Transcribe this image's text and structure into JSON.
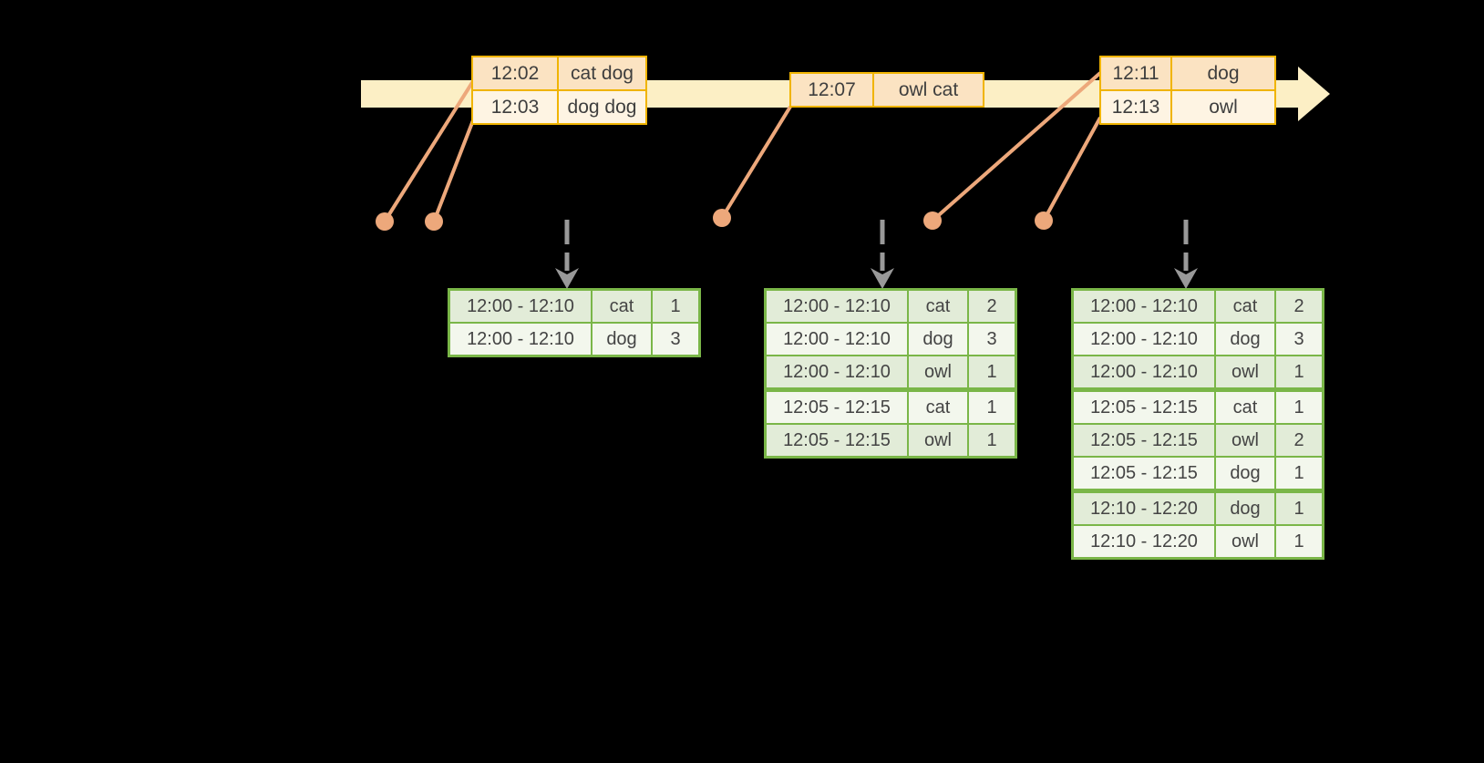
{
  "diagram": {
    "title": "windowed-grouped-stream-aggregation",
    "event_tables": [
      {
        "rows": [
          {
            "time": "12:02",
            "words": "cat dog"
          },
          {
            "time": "12:03",
            "words": "dog dog"
          }
        ]
      },
      {
        "rows": [
          {
            "time": "12:07",
            "words": "owl cat"
          }
        ]
      },
      {
        "rows": [
          {
            "time": "12:11",
            "words": "dog"
          },
          {
            "time": "12:13",
            "words": "owl"
          }
        ]
      }
    ],
    "result_tables": [
      {
        "rows": [
          {
            "window": "12:00 - 12:10",
            "word": "cat",
            "count": "1"
          },
          {
            "window": "12:00 - 12:10",
            "word": "dog",
            "count": "3"
          }
        ]
      },
      {
        "rows": [
          {
            "window": "12:00 - 12:10",
            "word": "cat",
            "count": "2"
          },
          {
            "window": "12:00 - 12:10",
            "word": "dog",
            "count": "3"
          },
          {
            "window": "12:00 - 12:10",
            "word": "owl",
            "count": "1"
          },
          {
            "window": "12:05 - 12:15",
            "word": "cat",
            "count": "1"
          },
          {
            "window": "12:05 - 12:15",
            "word": "owl",
            "count": "1"
          }
        ]
      },
      {
        "rows": [
          {
            "window": "12:00 - 12:10",
            "word": "cat",
            "count": "2"
          },
          {
            "window": "12:00 - 12:10",
            "word": "dog",
            "count": "3"
          },
          {
            "window": "12:00 - 12:10",
            "word": "owl",
            "count": "1"
          },
          {
            "window": "12:05 - 12:15",
            "word": "cat",
            "count": "1"
          },
          {
            "window": "12:05 - 12:15",
            "word": "owl",
            "count": "2"
          },
          {
            "window": "12:05 - 12:15",
            "word": "dog",
            "count": "1"
          },
          {
            "window": "12:10 - 12:20",
            "word": "dog",
            "count": "1"
          },
          {
            "window": "12:10 - 12:20",
            "word": "owl",
            "count": "1"
          }
        ]
      }
    ],
    "colors": {
      "background": "#000000",
      "timeline_band": "#fcefc5",
      "event_border": "#f0b400",
      "event_fill_dark": "#fbe3c2",
      "event_fill_light": "#fef4e3",
      "connector": "#eda87b",
      "trigger_arrow": "#999999",
      "result_border": "#7ab648",
      "result_fill_dark": "#e2ecd8",
      "result_fill_light": "#f3f7ed"
    }
  }
}
